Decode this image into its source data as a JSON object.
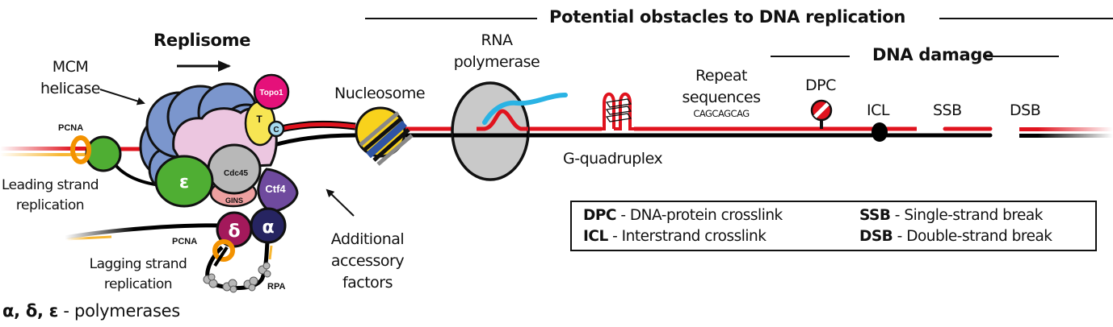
{
  "title": "Potential obstacles to DNA replication",
  "subtitle": "DNA damage",
  "replisome": {
    "title": "Replisome",
    "direction": "right",
    "mcm_label_line1": "MCM",
    "mcm_label_line2": "helicase",
    "pcna_top": "PCNA",
    "pcna_bottom": "PCNA",
    "rpa": "RPA",
    "leading_line1": "Leading strand",
    "leading_line2": "replication",
    "lagging_line1": "Lagging strand",
    "lagging_line2": "replication",
    "proteins": {
      "topo1": "Topo1",
      "tof1": "T",
      "csm3": "C",
      "cdc45": "Cdc45",
      "gins": "GINS",
      "ctf4": "Ctf4",
      "epsilon": "ε",
      "delta": "δ",
      "alpha": "α"
    },
    "accessory_line1": "Additional",
    "accessory_line2": "accessory",
    "accessory_line3": "factors"
  },
  "obstacles": {
    "nucleosome": "Nucleosome",
    "rnap_line1": "RNA",
    "rnap_line2": "polymerase",
    "g_quadruplex": "G-quadruplex",
    "repeat_line1": "Repeat",
    "repeat_line2": "sequences",
    "repeat_seq": "CAGCAGCAG",
    "dpc": "DPC",
    "icl": "ICL",
    "ssb": "SSB",
    "dsb": "DSB"
  },
  "legend": [
    {
      "abbr": "DPC",
      "desc": " - DNA-protein crosslink"
    },
    {
      "abbr": "ICL",
      "desc": " - Interstrand crosslink"
    },
    {
      "abbr": "SSB",
      "desc": " - Single-strand break"
    },
    {
      "abbr": "DSB",
      "desc": " - Double-strand break"
    }
  ],
  "polymerase_note": {
    "symbols": "α, δ, ε",
    "text": " - polymerases"
  },
  "colors": {
    "red_strand": "#e0131e",
    "black_strand": "#000000",
    "mcm_blue": "#7b96cd",
    "pink": "#ecc6e0",
    "green": "#4fae33",
    "gray": "#b8b8b8",
    "purple": "#6f4a9e",
    "magenta": "#e5117a",
    "yellow": "#f7e553",
    "cyan": "#a6d9ee",
    "delta": "#a3195b",
    "alpha": "#262461",
    "pcna": "#f39200",
    "gins": "#eea0a0",
    "rna": "#2ab3e4",
    "nucleosome_yellow": "#f8d21c",
    "nucleosome_blue": "#2f54a5"
  }
}
